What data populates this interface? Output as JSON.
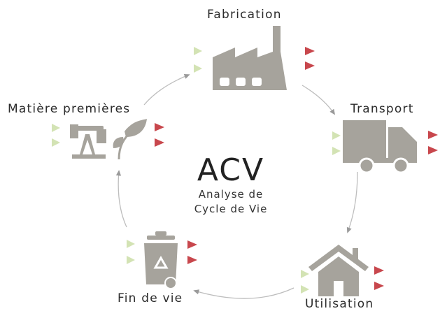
{
  "center": {
    "title": "ACV",
    "subtitle_line1": "Analyse de",
    "subtitle_line2": "Cycle de Vie"
  },
  "stages": {
    "fabrication": "Fabrication",
    "transport": "Transport",
    "utilisation": "Utilisation",
    "fin_de_vie": "Fin de vie",
    "matiere": "Matière premières"
  },
  "icons": {
    "fabrication": "factory-icon",
    "transport": "truck-icon",
    "utilisation": "house-icon",
    "fin_de_vie": "recycling-bin-icon",
    "matiere_1": "oil-pump-icon",
    "matiere_2": "leaf-icon",
    "input": "input-arrow-icon",
    "output": "output-arrow-icon"
  },
  "colors": {
    "icon_gray": "#a6a39c",
    "input_green": "#d3e3b4",
    "output_red": "#c8474d",
    "cycle_line": "#bdbdbd"
  }
}
